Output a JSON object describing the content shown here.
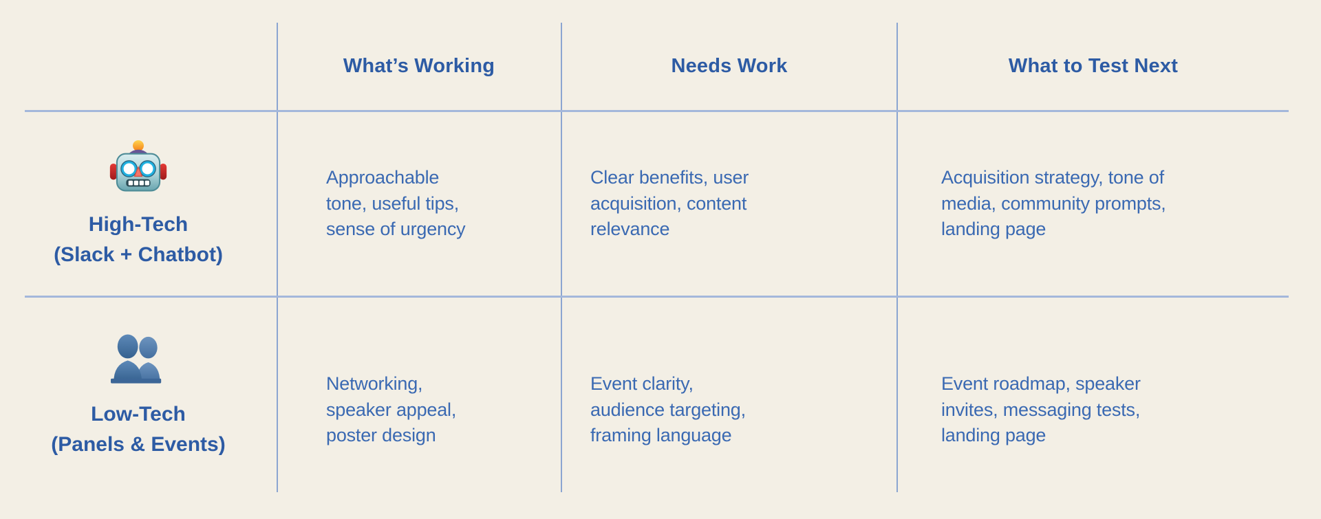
{
  "theme": {
    "background": "#f3efe5",
    "grid_line_vertical": "#8ba5d1",
    "grid_line_horizontal": "#a3b7db",
    "heading_text": "#2d5ba4",
    "body_text": "#3a69b2"
  },
  "table": {
    "headers": [
      "What’s Working",
      "Needs Work",
      "What to Test Next"
    ],
    "rows": [
      {
        "icon": "robot-icon",
        "emoji": "🤖",
        "label_lines": [
          "High-Tech",
          "(Slack + Chatbot)"
        ],
        "cells": [
          [
            "Approachable",
            "tone, useful tips,",
            "sense of urgency"
          ],
          [
            "Clear benefits, user",
            "acquisition, content",
            "relevance"
          ],
          [
            "Acquisition strategy, tone of",
            "media, community prompts,",
            "landing page"
          ]
        ]
      },
      {
        "icon": "people-icon",
        "emoji": "👥",
        "label_lines": [
          "Low-Tech",
          "(Panels & Events)"
        ],
        "cells": [
          [
            "Networking,",
            "speaker appeal,",
            "poster design"
          ],
          [
            "Event clarity,",
            "audience targeting,",
            "framing language"
          ],
          [
            "Event roadmap, speaker",
            "invites, messaging tests,",
            "landing page"
          ]
        ]
      }
    ]
  }
}
